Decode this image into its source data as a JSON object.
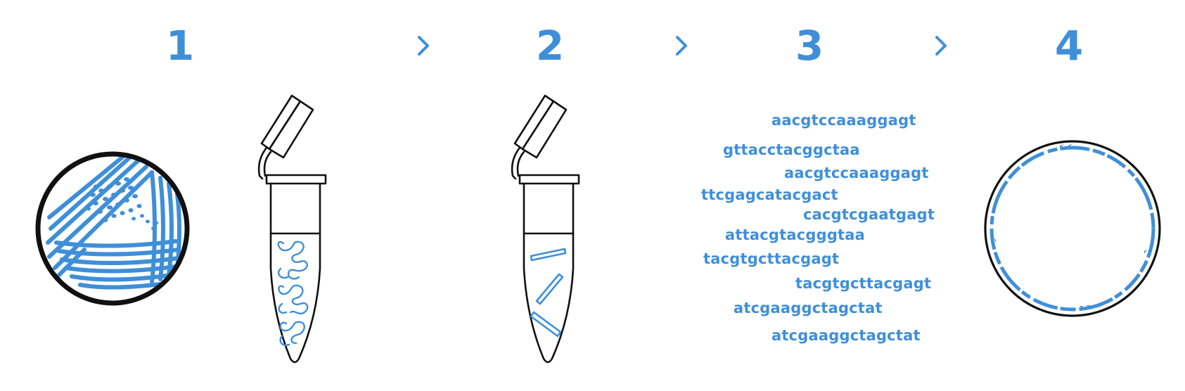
{
  "steps": [
    {
      "number": "1"
    },
    {
      "number": "2"
    },
    {
      "number": "3"
    },
    {
      "number": "4"
    }
  ],
  "sequences": [
    "aacgtccaaaggagt",
    "gttacctacggctaa",
    "aacgtccaaaggagt",
    "ttcgagcatacgact",
    "cacgtcgaatgagt",
    "attacgtacgggtaa",
    "tacgtgcttacgagt",
    "tacgtgcttacgagt",
    "atcgaaggctagctat",
    "atcgaaggctagctat"
  ],
  "colors": {
    "accent": "#3f8fd8",
    "outline": "#111111"
  },
  "icons": [
    "petri-dish-icon",
    "tube-with-dna-icon",
    "tube-with-fragments-icon",
    "circular-genome-icon",
    "chevron-right-icon"
  ]
}
